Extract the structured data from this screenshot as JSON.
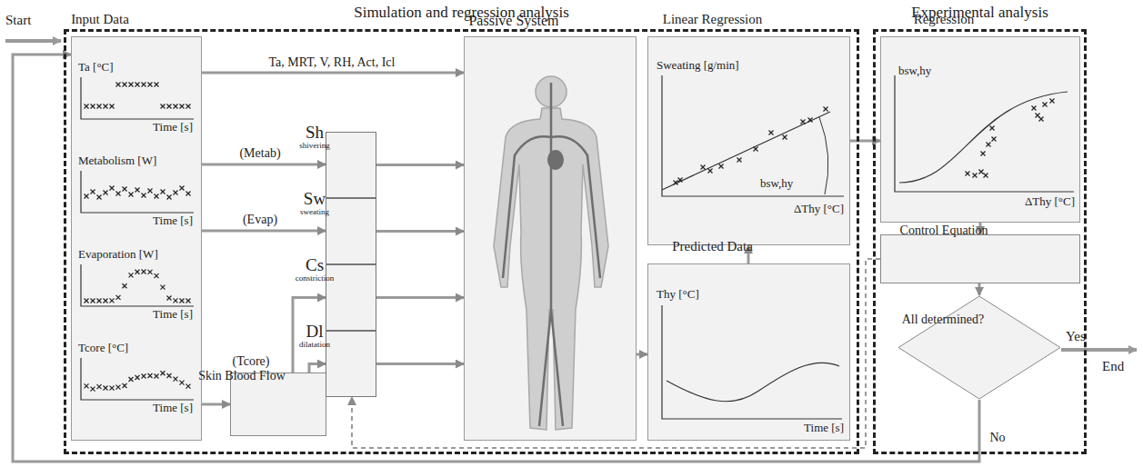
{
  "diagram": {
    "nodes": [
      {
        "text": [
          "Simulation and regression analysis"
        ]
      },
      {
        "text": [
          "Experimental analysis"
        ]
      },
      {
        "text": [
          "Input Data"
        ],
        "in": 0
      },
      {
        "text": [
          "Skin Blood Flow"
        ],
        "in": 0
      },
      {
        "text": [
          "Sh",
          "shivering"
        ],
        "in": 0
      },
      {
        "text": [
          "Sw",
          "sweating"
        ],
        "in": 0
      },
      {
        "text": [
          "Cs",
          "constriction"
        ],
        "in": 0
      },
      {
        "text": [
          "Dl",
          "dilatation"
        ],
        "in": 0
      },
      {
        "text": [
          "Passive System"
        ],
        "in": 0
      },
      {
        "text": [
          "Linear Regression"
        ],
        "in": 0
      },
      {
        "text": [
          "Predicted Data"
        ],
        "in": 0
      },
      {
        "text": [
          "Regression"
        ],
        "in": 1
      },
      {
        "text": [
          "Control Equation"
        ],
        "in": 1
      },
      {
        "text": [
          "All determined?"
        ],
        "in": 1
      }
    ],
    "edges": [
      {
        "from": 2,
        "to": 8,
        "arrow": "to",
        "label": "Ta, MRT, V, RH, Act, Icl"
      },
      {
        "from": 2,
        "to": 4,
        "arrow": "to",
        "label": "(Metab)"
      },
      {
        "from": 2,
        "to": 5,
        "arrow": "to",
        "label": "(Evap)"
      },
      {
        "from": 2,
        "to": 3,
        "arrow": "to",
        "label": "(Tcore)"
      },
      {
        "from": 3,
        "to": 6,
        "arrow": "to"
      },
      {
        "from": 3,
        "to": 7,
        "arrow": "to"
      },
      {
        "from": 4,
        "to": 8,
        "arrow": "to"
      },
      {
        "from": 5,
        "to": 8,
        "arrow": "to"
      },
      {
        "from": 6,
        "to": 8,
        "arrow": "to"
      },
      {
        "from": 7,
        "to": 8,
        "arrow": "to"
      },
      {
        "from": 8,
        "to": 10,
        "arrow": "to"
      },
      {
        "from": 10,
        "to": 9,
        "arrow": "to"
      },
      {
        "from": 9,
        "to": 11,
        "arrow": "to"
      },
      {
        "from": 11,
        "to": 12,
        "arrow": "to"
      },
      {
        "from": 12,
        "to": 13,
        "arrow": "to"
      },
      {
        "from": 12,
        "to": 7,
        "arrow": "to"
      },
      {
        "from": 13,
        "to": 2,
        "arrow": "to",
        "label": "No"
      }
    ],
    "labels": [
      "Start",
      "Ta [°C]",
      "Time [s]",
      "Metabolism [W]",
      "Time [s]",
      "Evaporation [W]",
      "Time [s]",
      "Tcore [°C]",
      "Time [s]",
      "Sweating [g/min]",
      "bsw,hy",
      "ΔThy [°C]",
      "Thy [°C]",
      "Time [s]",
      "bsw,hy",
      "ΔThy [°C]",
      "Yes",
      "End"
    ]
  }
}
